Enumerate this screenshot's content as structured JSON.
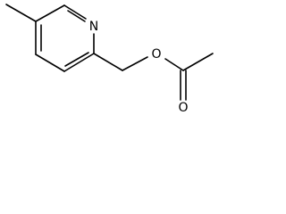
{
  "molecule": {
    "atoms": {
      "nitrogen": "N",
      "ether_oxygen": "O",
      "carbonyl_oxygen": "O"
    }
  }
}
